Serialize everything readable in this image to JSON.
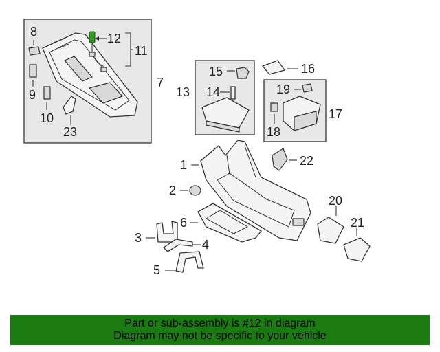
{
  "callouts": [
    "1",
    "2",
    "3",
    "4",
    "5",
    "6",
    "7",
    "8",
    "9",
    "10",
    "11",
    "12",
    "13",
    "14",
    "15",
    "16",
    "17",
    "18",
    "19",
    "20",
    "21",
    "22",
    "23"
  ],
  "highlighted_part": "12",
  "colors": {
    "highlight": "#2e9a1f",
    "banner": "#1b7a12",
    "box": "#e8e8e8"
  },
  "footer": {
    "line1": "Part or sub-assembly is #12 in diagram",
    "line2": "Diagram may not be specific to your vehicle"
  }
}
